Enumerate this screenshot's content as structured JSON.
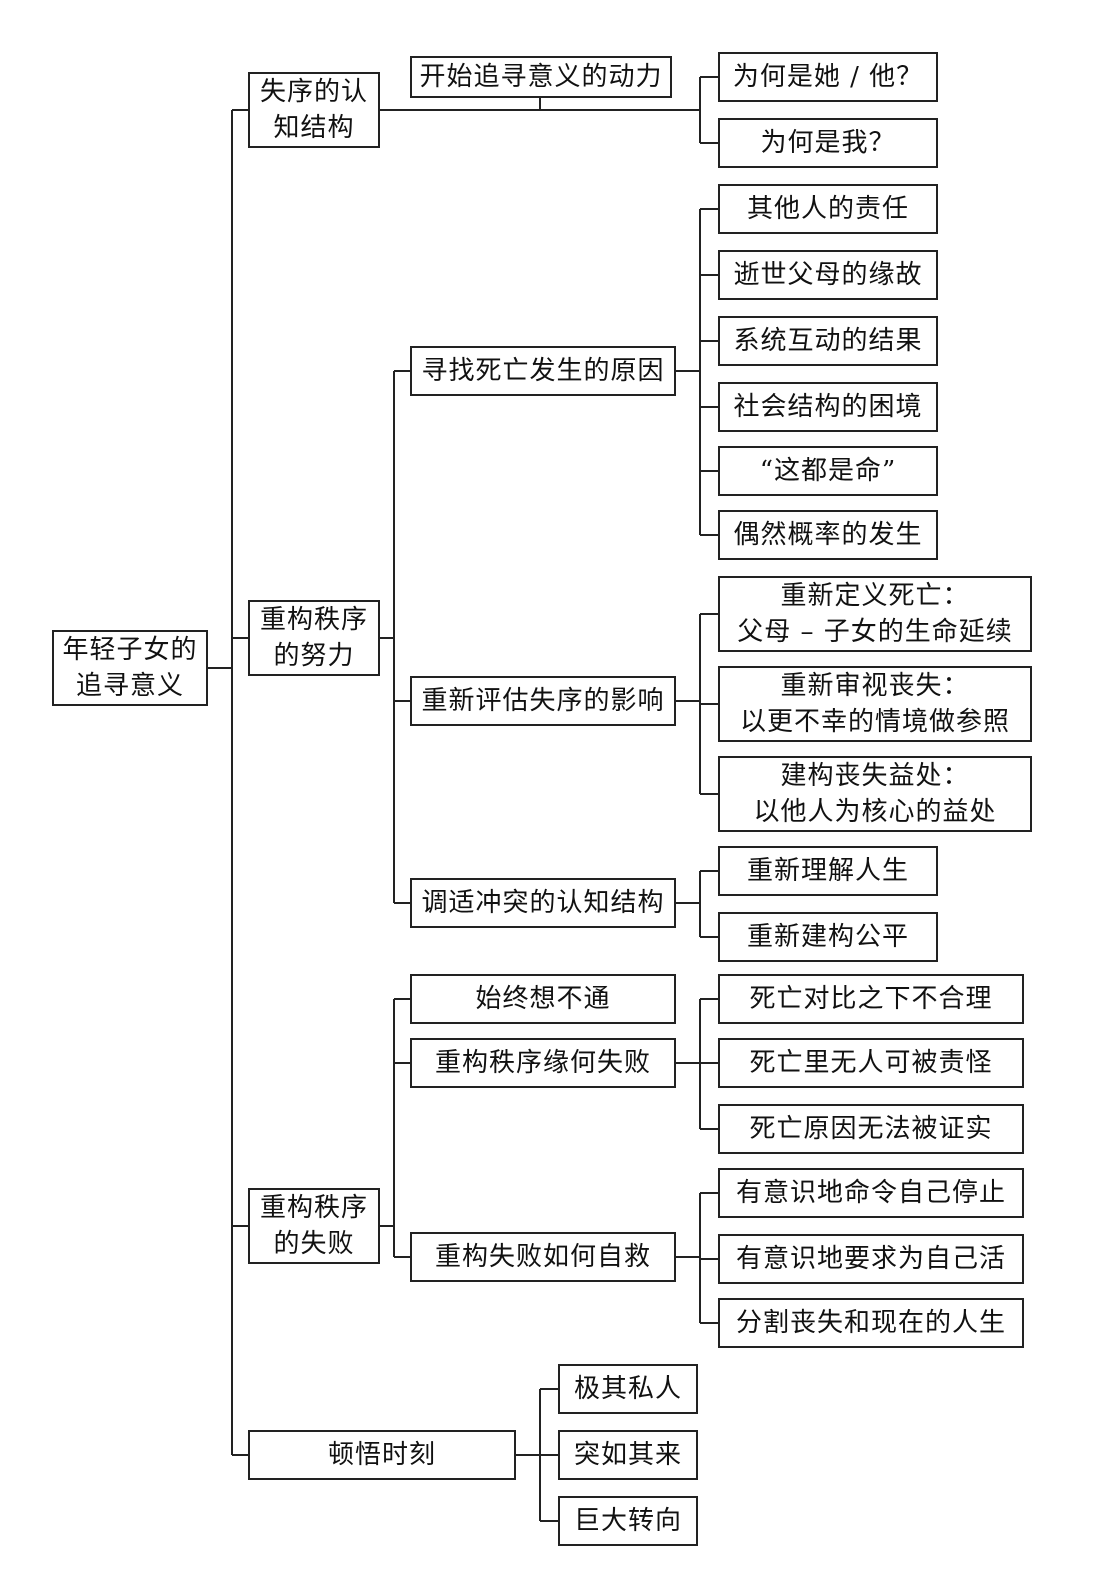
{
  "diagram": {
    "root": "年轻子女的\n追寻意义",
    "branches": [
      {
        "id": "b1",
        "label": "失序的认\n知结构",
        "groups": [
          {
            "id": "g1",
            "label": "开始追寻意义的动力",
            "items": [
              "为何是她 / 他？",
              "为何是我？"
            ]
          }
        ]
      },
      {
        "id": "b2",
        "label": "重构秩序\n的努力",
        "groups": [
          {
            "id": "g2",
            "label": "寻找死亡发生的原因",
            "items": [
              "其他人的责任",
              "逝世父母的缘故",
              "系统互动的结果",
              "社会结构的困境",
              "“这都是命”",
              "偶然概率的发生"
            ]
          },
          {
            "id": "g3",
            "label": "重新评估失序的影响",
            "items": [
              "重新定义死亡：\n父母 – 子女的生命延续",
              "重新审视丧失：\n以更不幸的情境做参照",
              "建构丧失益处：\n以他人为核心的益处"
            ]
          },
          {
            "id": "g4",
            "label": "调适冲突的认知结构",
            "items": [
              "重新理解人生",
              "重新建构公平"
            ]
          }
        ]
      },
      {
        "id": "b3",
        "label": "重构秩序\n的失败",
        "groups": [
          {
            "id": "g5",
            "label": "始终想不通",
            "items": []
          },
          {
            "id": "g6",
            "label": "重构秩序缘何失败",
            "items": [
              "死亡对比之下不合理",
              "死亡里无人可被责怪",
              "死亡原因无法被证实"
            ]
          },
          {
            "id": "g7",
            "label": "重构失败如何自救",
            "items": [
              "有意识地命令自己停止",
              "有意识地要求为自己活",
              "分割丧失和现在的人生"
            ]
          }
        ]
      },
      {
        "id": "b4",
        "label": "顿悟时刻",
        "groups": [],
        "items": [
          "极其私人",
          "突如其来",
          "巨大转向"
        ]
      }
    ]
  }
}
